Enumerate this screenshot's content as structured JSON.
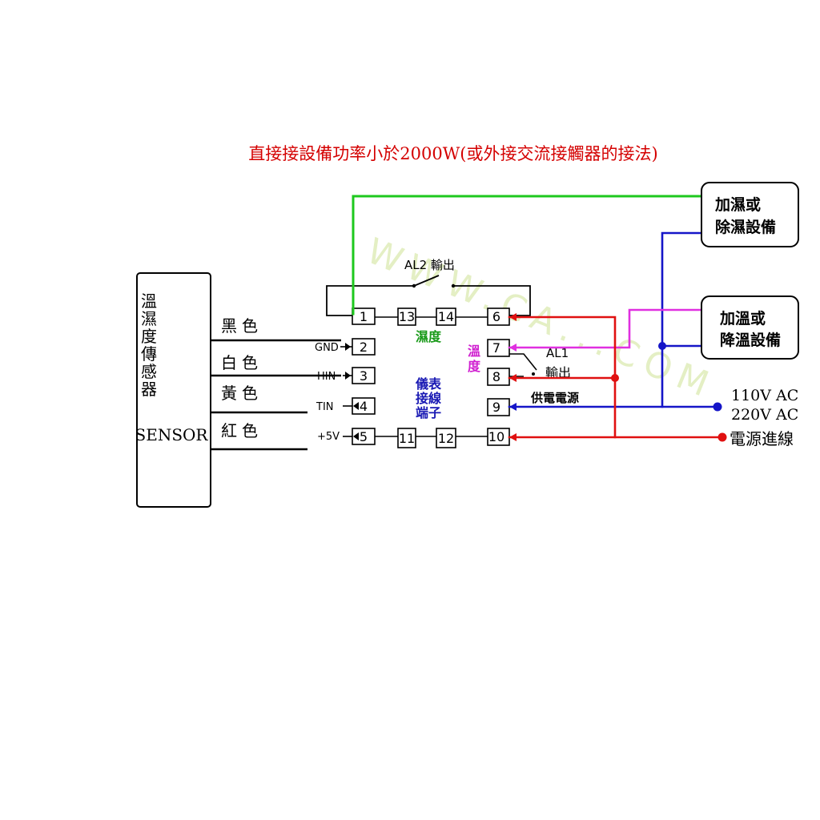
{
  "title": "直接接設備功率小於2000W(或外接交流接觸器的接法)",
  "sensor": {
    "label_chars": [
      "溫",
      "濕",
      "度",
      "傳",
      "感",
      "器"
    ],
    "english": "SENSOR",
    "wires": [
      {
        "color_label": "黑色",
        "pin_label": "GND",
        "terminal": "2"
      },
      {
        "color_label": "白色",
        "pin_label": "HIN",
        "terminal": "3"
      },
      {
        "color_label": "黃色",
        "pin_label": "TIN",
        "terminal": "4"
      },
      {
        "color_label": "紅色",
        "pin_label": "+5V",
        "terminal": "5"
      }
    ]
  },
  "terminals": [
    "1",
    "2",
    "3",
    "4",
    "5",
    "6",
    "7",
    "8",
    "9",
    "10",
    "11",
    "12",
    "13",
    "14"
  ],
  "labels": {
    "al2": "AL2 輸出",
    "al1": "AL1",
    "al1_output": "輸出",
    "humidity": "濕度",
    "temperature_chars": [
      "溫",
      "度"
    ],
    "meter_lines": [
      "儀表",
      "接線",
      "端子"
    ],
    "power_supply": "供電電源",
    "ac110": "110V AC",
    "ac220": "220V AC",
    "power_in": "電源進線"
  },
  "devices": {
    "humidity_device": [
      "加濕或",
      "除濕設備"
    ],
    "temperature_device": [
      "加溫或",
      "降溫設備"
    ]
  },
  "watermark": "WWW.CA...COM",
  "colors": {
    "title": "#d40000",
    "green": "#1ec81e",
    "blue": "#1515c8",
    "red": "#e01010",
    "magenta": "#e030e0",
    "humidity_text": "#1a9a1a",
    "temperature_text": "#d020d0",
    "meter_text": "#1a1ab4",
    "watermark": "#e4efc4"
  }
}
